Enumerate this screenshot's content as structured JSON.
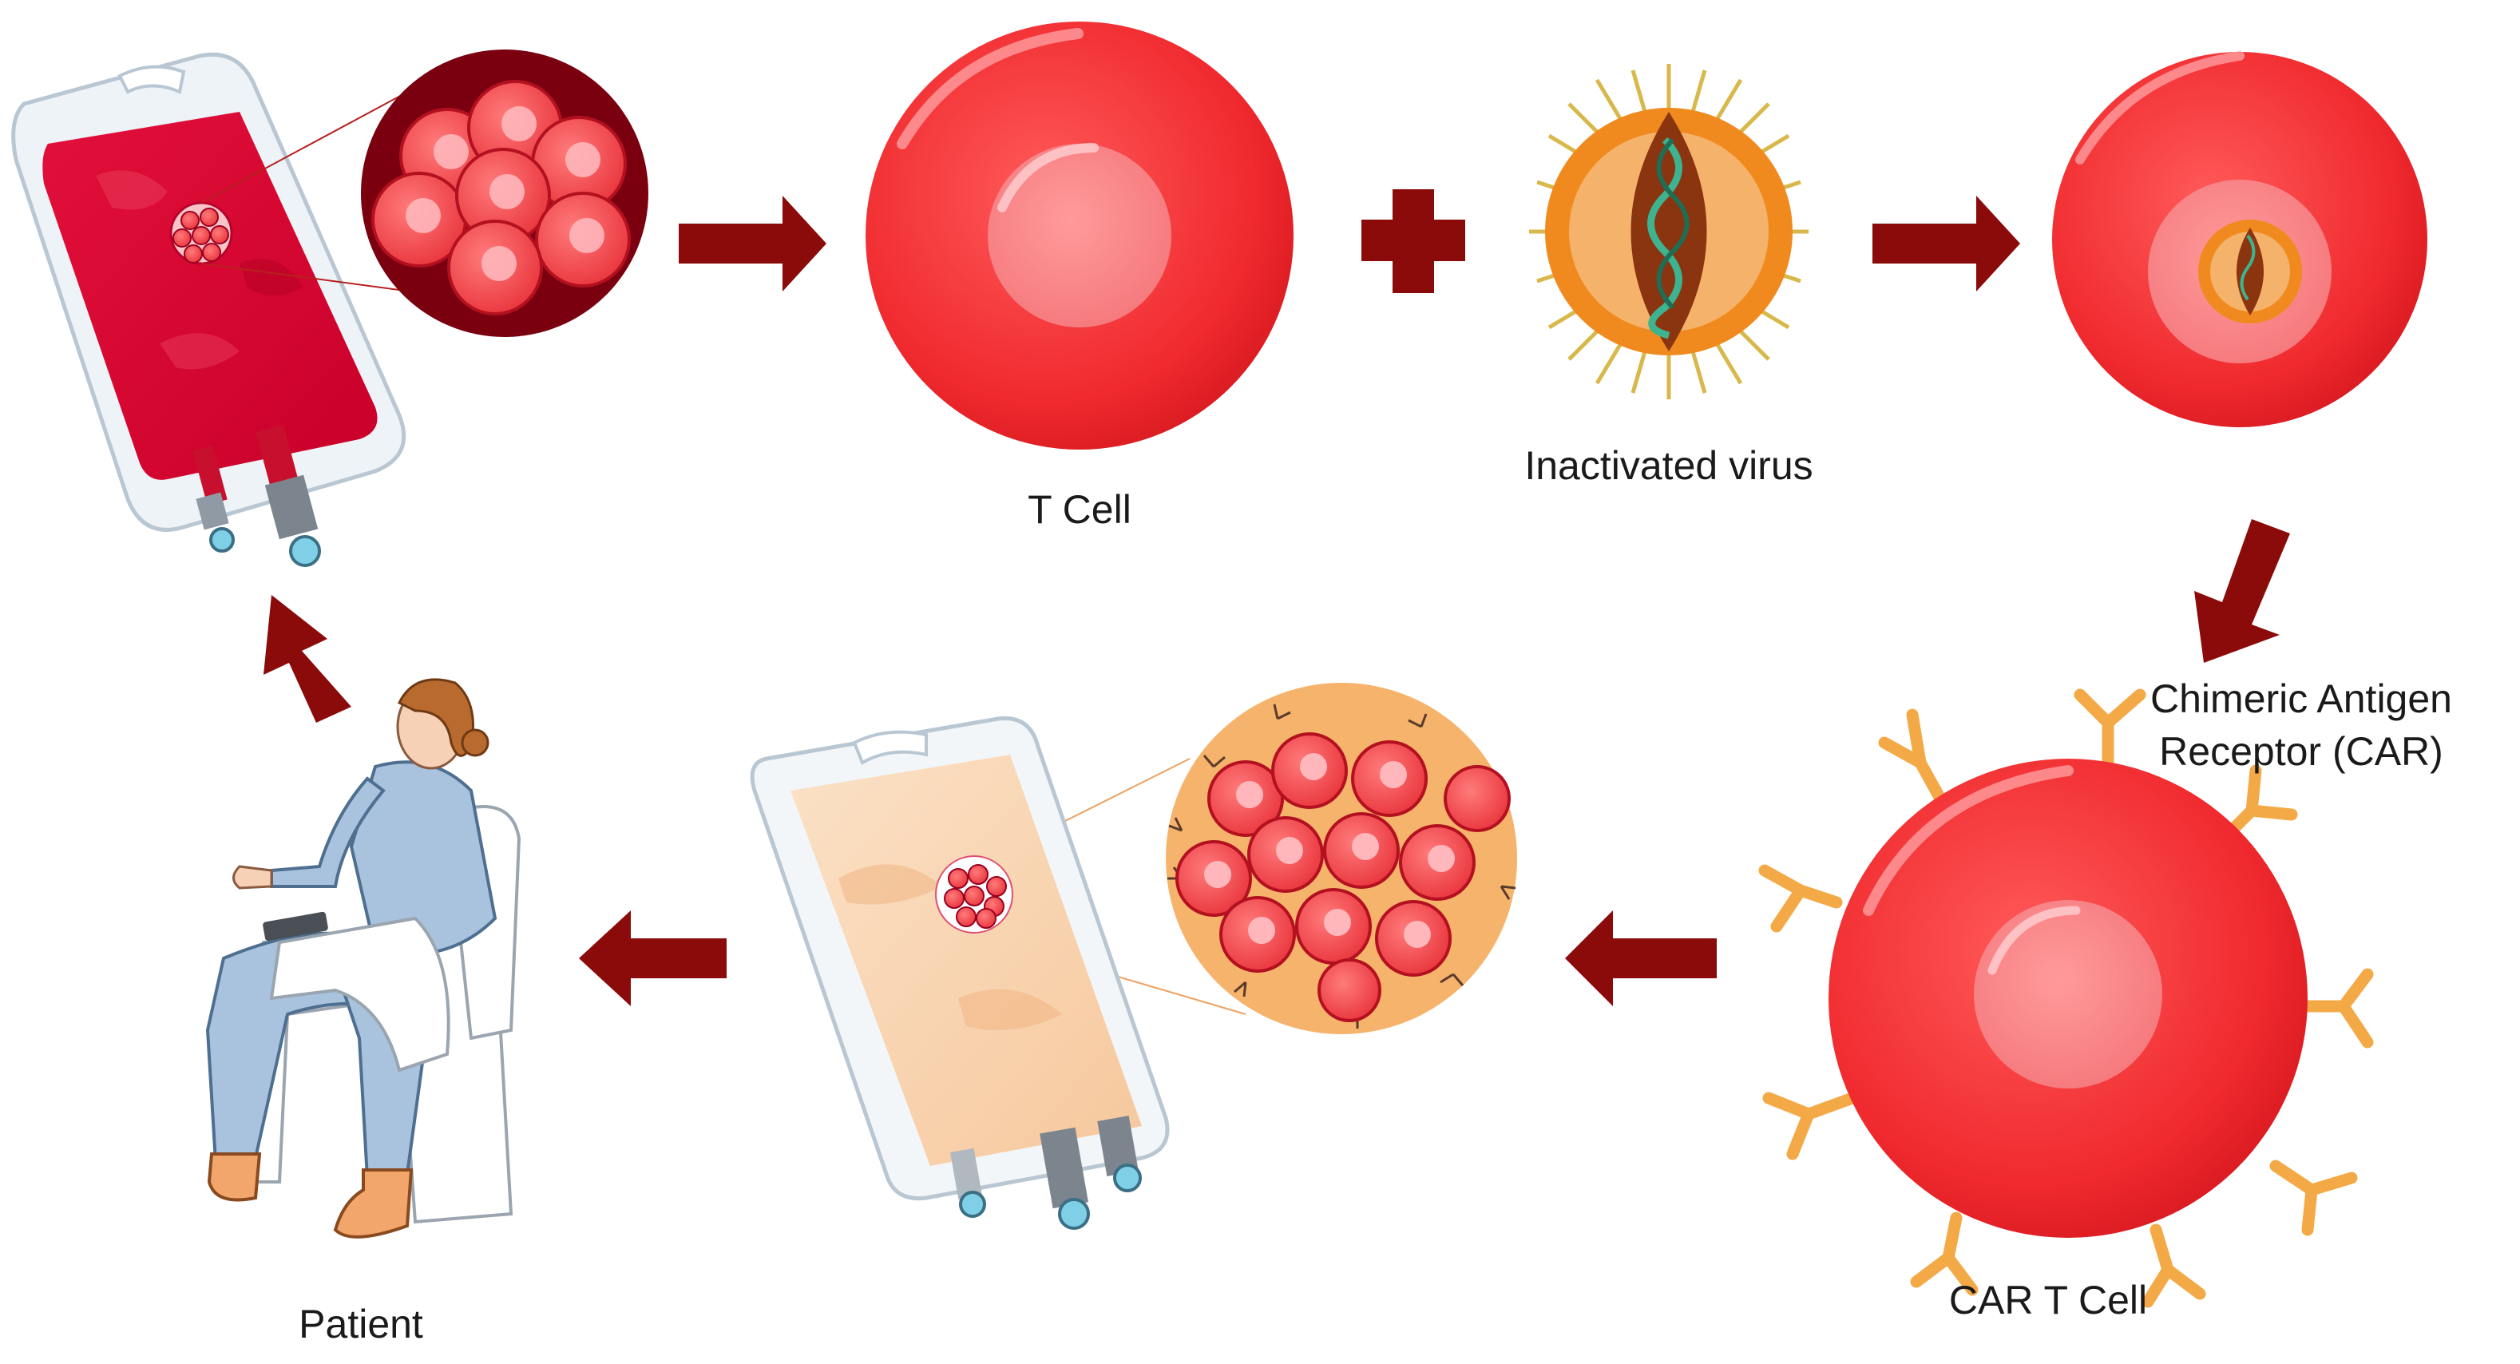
{
  "labels": {
    "t_cell": "T Cell",
    "virus": "Inactivated virus",
    "car_line1": "Chimeric Antigen",
    "car_line2": "Receptor (CAR)",
    "car_t_cell": "CAR T Cell",
    "patient": "Patient"
  },
  "colors": {
    "arrow": "#8b0a0a",
    "cell_red": "#f22b2f",
    "blood": "#d0002a",
    "car_receptor": "#f4a947",
    "peach_bag": "#f9d7b6",
    "scrubs": "#a9c3df"
  }
}
